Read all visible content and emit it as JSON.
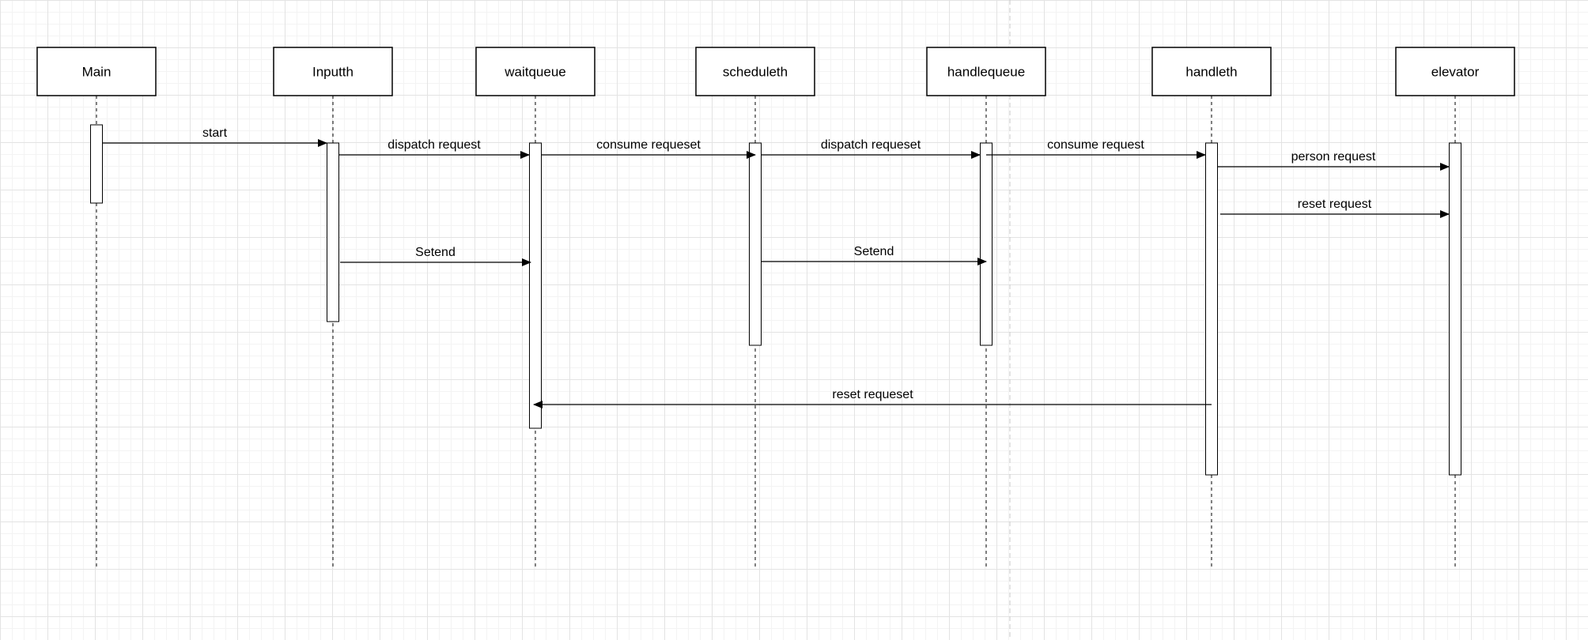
{
  "diagram": {
    "participants": [
      {
        "id": "main",
        "label": "Main"
      },
      {
        "id": "inputth",
        "label": "Inputth"
      },
      {
        "id": "waitqueue",
        "label": "waitqueue"
      },
      {
        "id": "scheduleth",
        "label": "scheduleth"
      },
      {
        "id": "handlequeue",
        "label": "handlequeue"
      },
      {
        "id": "handleth",
        "label": "handleth"
      },
      {
        "id": "elevator",
        "label": "elevator"
      }
    ],
    "messages": [
      {
        "from": "main",
        "to": "inputth",
        "label": "start"
      },
      {
        "from": "inputth",
        "to": "waitqueue",
        "label": "dispatch request"
      },
      {
        "from": "waitqueue",
        "to": "scheduleth",
        "label": "consume requeset"
      },
      {
        "from": "scheduleth",
        "to": "handlequeue",
        "label": "dispatch requeset"
      },
      {
        "from": "handlequeue",
        "to": "handleth",
        "label": "consume request"
      },
      {
        "from": "handleth",
        "to": "elevator",
        "label": "person request"
      },
      {
        "from": "handleth",
        "to": "elevator",
        "label": "reset request"
      },
      {
        "from": "inputth",
        "to": "waitqueue",
        "label": "Setend"
      },
      {
        "from": "scheduleth",
        "to": "handlequeue",
        "label": "Setend"
      },
      {
        "from": "handleth",
        "to": "waitqueue",
        "label": "reset requeset"
      }
    ]
  }
}
